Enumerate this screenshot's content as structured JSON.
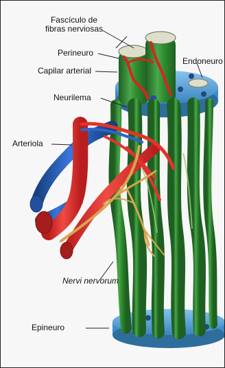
{
  "labels": {
    "fasciculo": "Fascículo de\nfibras nerviosas",
    "perineuro": "Perineuro",
    "capilar": "Capilar arterial",
    "endoneuro": "Endoneuro",
    "neurilema": "Neurilema",
    "arteriola": "Arteriola",
    "nervi": "Nervi nervorum",
    "epineuro": "Epineuro"
  },
  "colors": {
    "nerve_fiber": "#2f8f2f",
    "nerve_fiber_highlight": "#59b34a",
    "nerve_fiber_shadow": "#1f5f22",
    "epineurium_disk": "#5aa6dc",
    "epineurium_disk_dark": "#2f6d9d",
    "artery": "#e5322d",
    "artery_dark": "#a61a1a",
    "vein": "#2c66c8",
    "vein_dark": "#173f7d",
    "nerve_nervorum": "#d9a44f",
    "leader_line": "#222222"
  }
}
